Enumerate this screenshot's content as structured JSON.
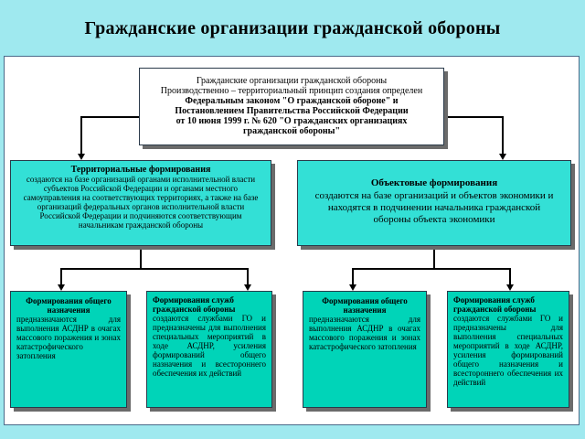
{
  "title": "Гражданские организации гражданской обороны",
  "top": {
    "line1": "Гражданские организации гражданской обороны",
    "line2": "Производственно – территориальный принцип создания определен",
    "line3": "Федеральным законом \"О гражданской обороне\" и",
    "line4": "Постановлением Правительства Российской Федерации",
    "line5": "от 10 июня 1999 г. № 620 \"О гражданских организациях",
    "line6": "гражданской обороны\""
  },
  "territorial": {
    "heading": "Территориальные формирования",
    "body": "создаются на базе организаций органами исполнительной власти субъектов Российской Федерации и органами местного самоуправления на соответствующих территориях, а также на базе организаций федеральных органов исполнительной власти Российской Федерации и подчиняются соответствующим начальникам гражданской обороны"
  },
  "object": {
    "heading": "Объектовые формирования",
    "body": "создаются на базе организаций и объектов экономики и находятся в подчинении начальника гражданской обороны объекта экономики"
  },
  "leaves": [
    {
      "heading": "Формирования общего назначения",
      "body": "предназначаются для выполнения АСДНР в очагах массового поражения и зонах катастрофического затопления"
    },
    {
      "heading": "Формирования служб гражданской обороны",
      "body": "создаются службами ГО и предназначены для выполнения специальных мероприятий в ходе АСДНР, усиления формирований общего назначения и всестороннего обеспечения их действий"
    },
    {
      "heading": "Формирования общего назначения",
      "body": "предназначаются для выполнения АСДНР в очагах массового поражения и зонах катастрофического затопления"
    },
    {
      "heading": "Формирования служб гражданской обороны",
      "body": "создаются службами ГО и предназначены для выполнения специальных мероприятий в ходе АСДНР, усиления формирований общего назначения и всестороннего обеспечения их действий"
    }
  ]
}
